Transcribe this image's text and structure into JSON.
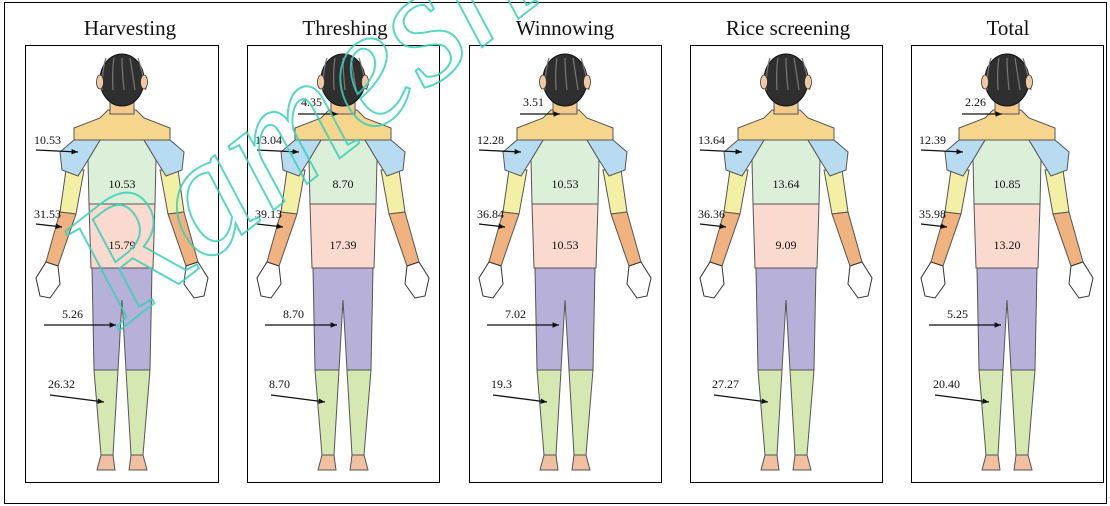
{
  "colors": {
    "hair": "#2f2f2f",
    "skin": "#f0c9a4",
    "neck": "#f2c98a",
    "shoulder": "#f5d68c",
    "upper_arm": "#f3f0a6",
    "forearm": "#f0b27e",
    "hand": "#ffffff",
    "shoulder_blade": "#b7dcf2",
    "upper_back": "#dcefd9",
    "lower_back": "#fad9cf",
    "thigh": "#b7b0d8",
    "calf": "#d6e8b1",
    "foot": "#f0c0a0",
    "watermark": "#3ad1b9"
  },
  "watermark_text": "Ramesh",
  "panels": [
    {
      "title": "Harvesting",
      "labels": {
        "neck": "",
        "shoulder": "10.53",
        "upper_back": "10.53",
        "arm": "31.53",
        "lower_back": "15.79",
        "thigh": "5.26",
        "calf": "26.32"
      }
    },
    {
      "title": "Threshing",
      "labels": {
        "neck": "4.35",
        "shoulder": "13.04",
        "upper_back": "8.70",
        "arm": "39.13",
        "lower_back": "17.39",
        "thigh": "8.70",
        "calf": "8.70"
      }
    },
    {
      "title": "Winnowing",
      "labels": {
        "neck": "3.51",
        "shoulder": "12.28",
        "upper_back": "10.53",
        "arm": "36.84",
        "lower_back": "10.53",
        "thigh": "7.02",
        "calf": "19.3"
      }
    },
    {
      "title": "Rice screening",
      "labels": {
        "neck": "",
        "shoulder": "13.64",
        "upper_back": "13.64",
        "arm": "36.36",
        "lower_back": "9.09",
        "thigh": "",
        "calf": "27.27"
      }
    },
    {
      "title": "Total",
      "labels": {
        "neck": "2.26",
        "shoulder": "12.39",
        "upper_back": "10.85",
        "arm": "35.98",
        "lower_back": "13.20",
        "thigh": "5.25",
        "calf": "20.40"
      }
    }
  ]
}
